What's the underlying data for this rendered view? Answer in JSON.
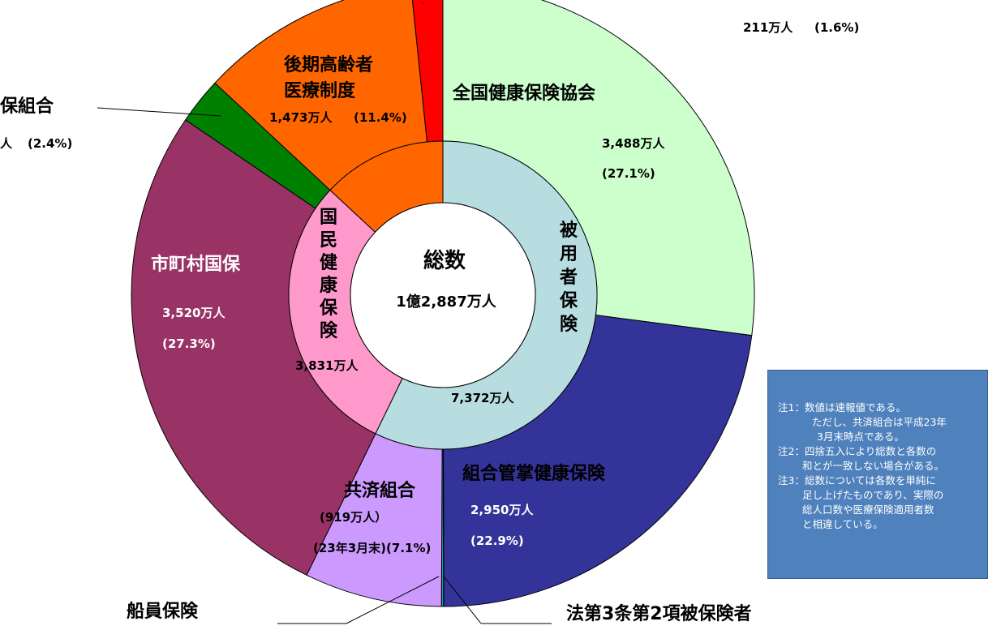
{
  "chart_data": {
    "type": "pie",
    "subtype": "nested-donut",
    "center": {
      "title": "総数",
      "value": "1億2,887万人"
    },
    "outer_ring": [
      {
        "name": "全国健康保険協会",
        "value": 3488,
        "value_text": "3,488万人",
        "pct_text": "(27.1%)",
        "color": "#ccffcc"
      },
      {
        "name": "組合管掌健康保険",
        "value": 2950,
        "value_text": "2,950万人",
        "pct_text": "(22.9%)",
        "color": "#333399"
      },
      {
        "name": "法第3条第2項被保険者",
        "value": 2,
        "color": "#1a1a1a"
      },
      {
        "name": "船員保険",
        "value": 13,
        "color": "#00aaaa"
      },
      {
        "name": "共済組合",
        "value": 919,
        "value_text": "(919万人）",
        "pct_text": "(23年3月末)(7.1%)",
        "color": "#cc99ff"
      },
      {
        "name": "市町村国保",
        "value": 3520,
        "value_text": "3,520万人",
        "pct_text": "(27.3%)",
        "color": "#993366"
      },
      {
        "name": "保組合",
        "value": 311,
        "value_text": "人",
        "pct_text": "(2.4%)",
        "color": "#008000"
      },
      {
        "name": "後期高齢者医療制度",
        "name_lines": [
          "後期高齢者",
          "医療制度"
        ],
        "value": 1473,
        "value_text": "1,473万人",
        "pct_text": "(11.4%)",
        "color": "#ff6600"
      },
      {
        "name": "",
        "value": 211,
        "value_text": "211万人",
        "pct_text": "(1.6%)",
        "color": "#ff0000"
      }
    ],
    "inner_ring": [
      {
        "name": "被用者保険",
        "value": 7372,
        "value_text": "7,372万人",
        "color": "#b7dde1"
      },
      {
        "name": "国民健康保険",
        "value": 3831,
        "value_text": "3,831万人",
        "color": "#ff99cc"
      },
      {
        "name": "",
        "value": 1684,
        "color": "#ff6600"
      }
    ]
  },
  "notes": [
    "注1：数値は速報値である。",
    "ただし、共済組合は平成23年",
    "3月末時点である。",
    "注2：四捨五入により総数と各数の",
    "和とが一致しない場合がある。",
    "注3：総数については各数を単純に",
    "足し上げたものであり、実際の",
    "総人口数や医療保険適用者数",
    "と相違している。"
  ]
}
